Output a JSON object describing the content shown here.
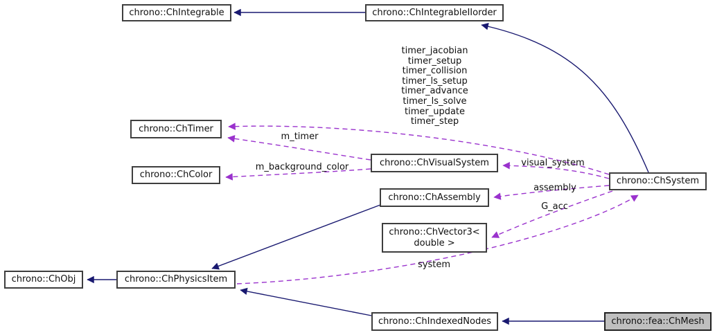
{
  "diagram": {
    "type": "collaboration-graph",
    "focus_class": "chrono::fea::ChMesh"
  },
  "colors": {
    "inheritance_edge": "#191970",
    "member_edge": "#9a32cd",
    "node_border": "#3e3e3e",
    "node_background": "#ffffff",
    "focus_node_background": "#bfbfbf",
    "text": "#101010"
  },
  "nodes": {
    "integrable": {
      "label": "chrono::ChIntegrable"
    },
    "integrable_iiorder": {
      "label": "chrono::ChIntegrableIIorder"
    },
    "timer": {
      "label": "chrono::ChTimer"
    },
    "color": {
      "label": "chrono::ChColor"
    },
    "visual_system": {
      "label": "chrono::ChVisualSystem"
    },
    "assembly": {
      "label": "chrono::ChAssembly"
    },
    "vector3": {
      "label": "chrono::ChVector3<\ndouble >"
    },
    "system": {
      "label": "chrono::ChSystem"
    },
    "obj": {
      "label": "chrono::ChObj"
    },
    "physics_item": {
      "label": "chrono::ChPhysicsItem"
    },
    "indexed_nodes": {
      "label": "chrono::ChIndexedNodes"
    },
    "mesh": {
      "label": "chrono::fea::ChMesh"
    }
  },
  "edge_labels": {
    "timers": "timer_jacobian\ntimer_setup\ntimer_collision\ntimer_ls_setup\ntimer_advance\ntimer_ls_solve\ntimer_update\ntimer_step",
    "m_timer": "m_timer",
    "m_background_color": "m_background_color",
    "visual_system": "visual_system",
    "assembly": "assembly",
    "g_acc": "G_acc",
    "system": "system"
  }
}
